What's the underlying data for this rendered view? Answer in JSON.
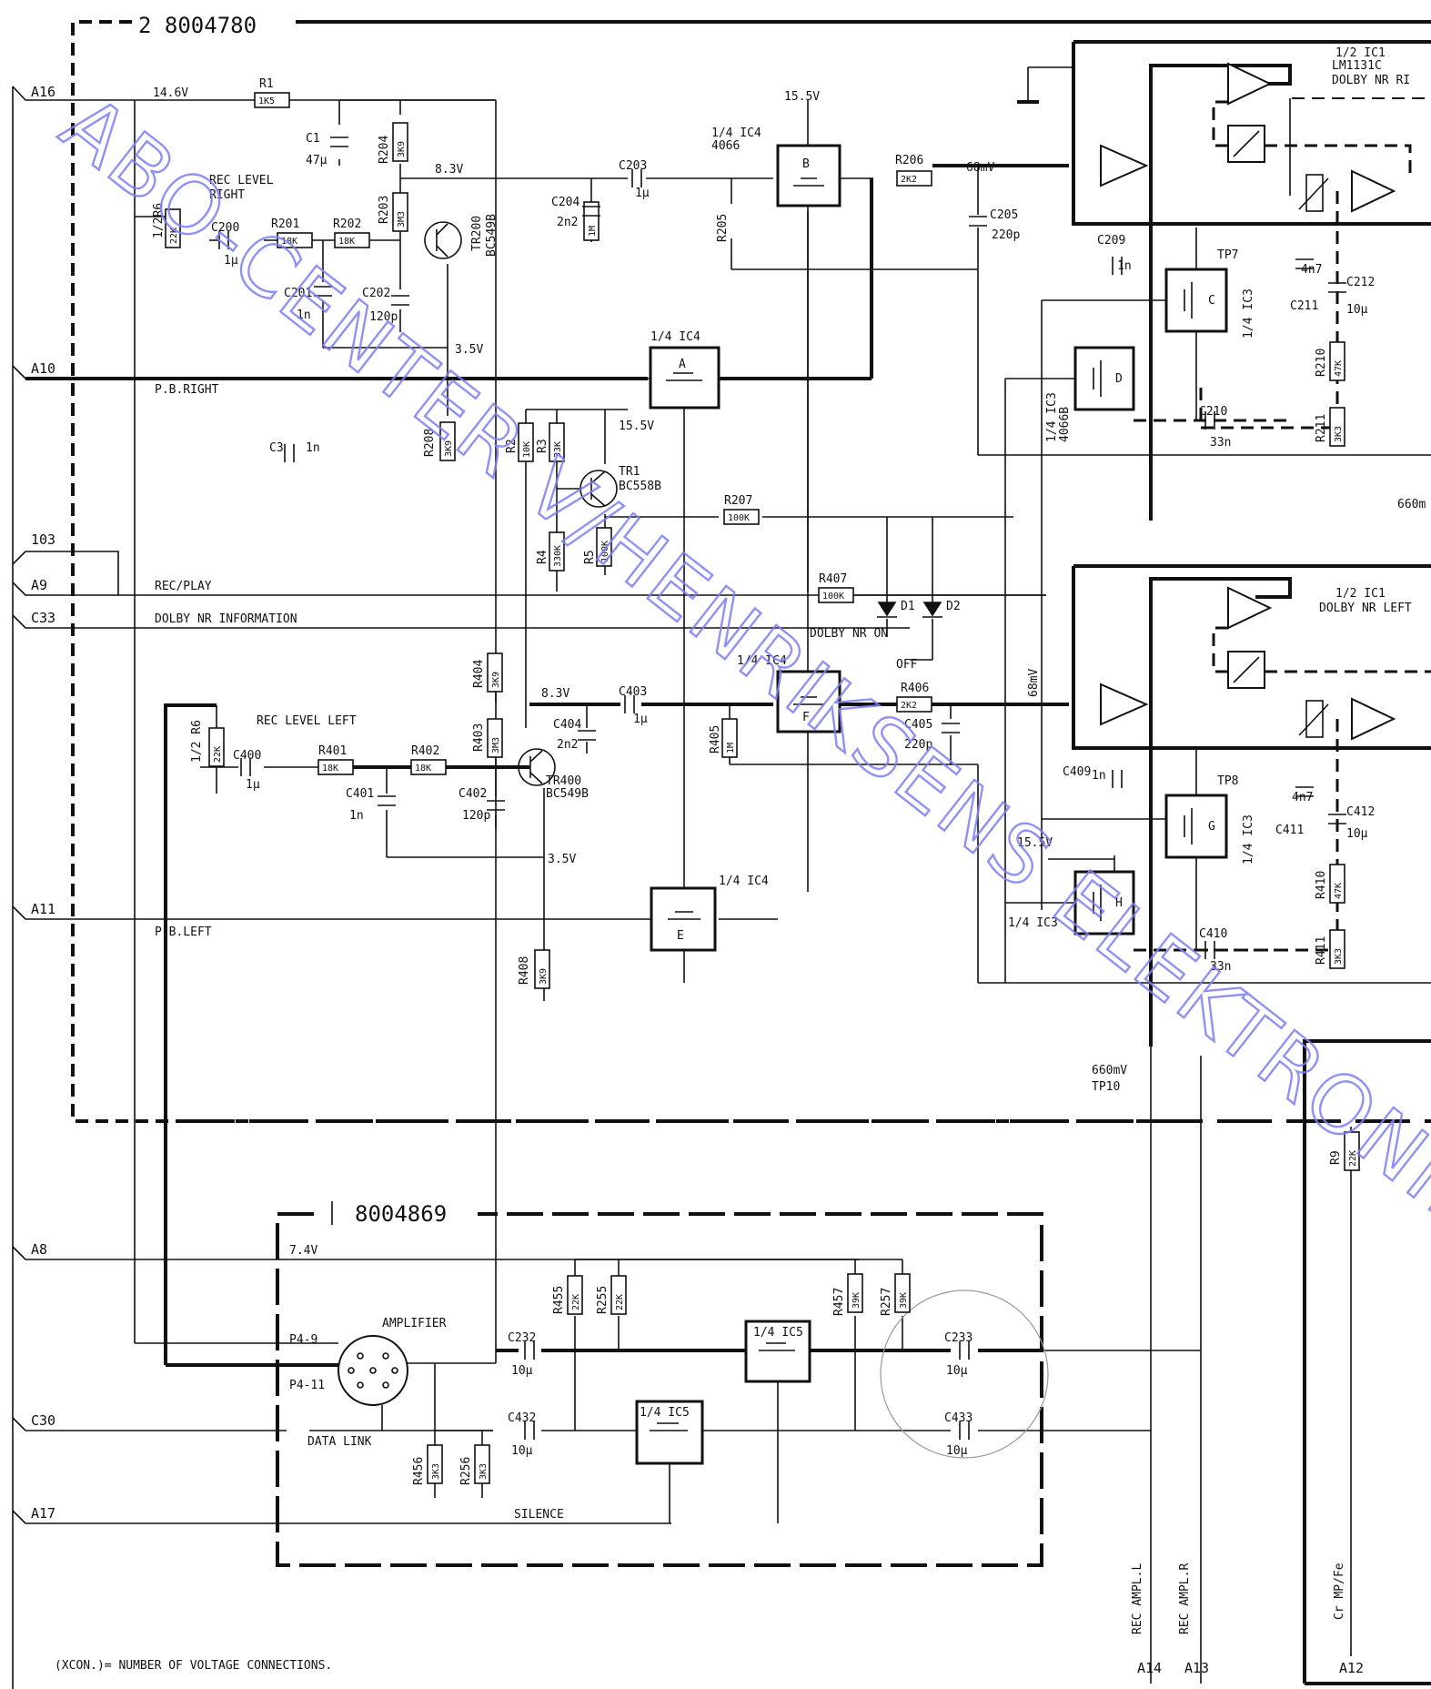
{
  "board_top": "2 8004780",
  "board_bottom": "8004869",
  "note": "(XCON.)= NUMBER OF VOLTAGE CONNECTIONS.",
  "watermark": "ABO-CENTER V/HENRIKSENS ELEKTRONIK",
  "watermark_color": "#7d80f2",
  "connectors": [
    "A16",
    "A10",
    "103",
    "A9",
    "C33",
    "A11",
    "A8",
    "C30",
    "A17",
    "A14",
    "A13",
    "A12"
  ],
  "signals": {
    "pb_right": "P.B.RIGHT",
    "rec_play": "REC/PLAY",
    "dolby_info": "DOLBY NR INFORMATION",
    "pb_left": "P.B.LEFT",
    "silence": "SILENCE",
    "data_link": "DATA LINK",
    "amplifier": "AMPLIFIER",
    "rec_level_right_1": "REC LEVEL",
    "rec_level_right_2": "RIGHT",
    "rec_level_left": "REC LEVEL LEFT",
    "dolby_nr_on": "DOLBY NR ON",
    "off": "OFF",
    "rec_ampl_l": "REC AMPL.L",
    "rec_ampl_r": "REC AMPL.R",
    "cr_mp_fe": "Cr MP/Fe"
  },
  "voltages": {
    "v14_6": "14.6V",
    "v15_5a": "15.5V",
    "v15_5b": "15.5V",
    "v15_5c": "15.5V",
    "v8_3a": "8.3V",
    "v8_3b": "8.3V",
    "v3_5a": "3.5V",
    "v3_5b": "3.5V",
    "v7_4": "7.4V",
    "m68a": "68mV",
    "m68b": "68mV",
    "m660a": "660m",
    "m660b": "660mV",
    "tp10": "TP10",
    "tp7": "TP7",
    "tp8": "TP8"
  },
  "ics": {
    "ic1_right_1": "1/2 IC1",
    "ic1_right_2": "LM1131C",
    "ic1_right_3": "DOLBY NR RI",
    "ic1_left_1": "1/2 IC1",
    "ic1_left_2": "DOLBY NR LEFT",
    "ic4_b_1": "1/4 IC4",
    "ic4_b_2": "4066",
    "ic4_a": "1/4 IC4",
    "ic4_f": "1/4 IC4",
    "ic4_e": "1/4 IC4",
    "ic3_c": "1/4 IC3",
    "ic3_d_1": "1/4 IC3",
    "ic3_d_2": "4066B",
    "ic3_g": "1/4 IC3",
    "ic3_h": "1/4 IC3",
    "ic5_a": "1/4 IC5",
    "ic5_b": "1/4 IC5"
  },
  "transistors": {
    "tr200_1": "TR200",
    "tr200_2": "BC549B",
    "tr1_1": "TR1",
    "tr1_2": "BC558B",
    "tr400_1": "TR400",
    "tr400_2": "BC549B"
  },
  "resistors": [
    {
      "ref": "R1",
      "val": "1K5"
    },
    {
      "ref": "R204",
      "val": "3K9"
    },
    {
      "ref": "R203",
      "val": "3M3"
    },
    {
      "ref": "R201",
      "val": "18K"
    },
    {
      "ref": "R202",
      "val": "18K"
    },
    {
      "ref": "1/2R6",
      "val": "22K"
    },
    {
      "ref": "R205",
      "val": "1M"
    },
    {
      "ref": "R206",
      "val": "2K2"
    },
    {
      "ref": "R208",
      "val": "3K9"
    },
    {
      "ref": "R2",
      "val": "10K"
    },
    {
      "ref": "R3",
      "val": "33K"
    },
    {
      "ref": "R4",
      "val": "330K"
    },
    {
      "ref": "R5",
      "val": "100K"
    },
    {
      "ref": "R207",
      "val": "100K"
    },
    {
      "ref": "R407",
      "val": "100K"
    },
    {
      "ref": "R404",
      "val": "3K9"
    },
    {
      "ref": "R403",
      "val": "3M3"
    },
    {
      "ref": "R401",
      "val": "18K"
    },
    {
      "ref": "R402",
      "val": "18K"
    },
    {
      "ref": "1/2 R6",
      "val": "22K"
    },
    {
      "ref": "R405",
      "val": "1M"
    },
    {
      "ref": "R406",
      "val": "2K2"
    },
    {
      "ref": "R408",
      "val": "3K9"
    },
    {
      "ref": "R210",
      "val": "47K"
    },
    {
      "ref": "R211",
      "val": "3K3"
    },
    {
      "ref": "R410",
      "val": "47K"
    },
    {
      "ref": "R411",
      "val": "3K3"
    },
    {
      "ref": "R9",
      "val": "22K"
    },
    {
      "ref": "R455",
      "val": "22K"
    },
    {
      "ref": "R255",
      "val": "22K"
    },
    {
      "ref": "R457",
      "val": "39K"
    },
    {
      "ref": "R257",
      "val": "39K"
    },
    {
      "ref": "R456",
      "val": "3K3"
    },
    {
      "ref": "R256",
      "val": "3K3"
    }
  ],
  "capacitors": [
    {
      "ref": "C1",
      "val": "47µ"
    },
    {
      "ref": "C200",
      "val": "1µ"
    },
    {
      "ref": "C201",
      "val": "1n"
    },
    {
      "ref": "C202",
      "val": "120p"
    },
    {
      "ref": "C203",
      "val": "1µ"
    },
    {
      "ref": "C204",
      "val": "2n2"
    },
    {
      "ref": "C205",
      "val": "220p"
    },
    {
      "ref": "C209",
      "val": "1n"
    },
    {
      "ref": "C211",
      "val": "4n7"
    },
    {
      "ref": "C212",
      "val": "10µ"
    },
    {
      "ref": "C210",
      "val": "33n"
    },
    {
      "ref": "C3",
      "val": "1n"
    },
    {
      "ref": "C400",
      "val": "1µ"
    },
    {
      "ref": "C401",
      "val": "1n"
    },
    {
      "ref": "C402",
      "val": "120p"
    },
    {
      "ref": "C403",
      "val": "1µ"
    },
    {
      "ref": "C404",
      "val": "2n2"
    },
    {
      "ref": "C405",
      "val": "220p"
    },
    {
      "ref": "C409",
      "val": "1n"
    },
    {
      "ref": "C411",
      "val": "4n7"
    },
    {
      "ref": "C412",
      "val": "10µ"
    },
    {
      "ref": "C410",
      "val": "33n"
    },
    {
      "ref": "C232",
      "val": "10µ"
    },
    {
      "ref": "C432",
      "val": "10µ"
    },
    {
      "ref": "C233",
      "val": "10µ"
    },
    {
      "ref": "C433",
      "val": "10µ"
    }
  ],
  "diodes": [
    "D1",
    "D2"
  ],
  "plugs": [
    "P4-9",
    "P4-11"
  ]
}
